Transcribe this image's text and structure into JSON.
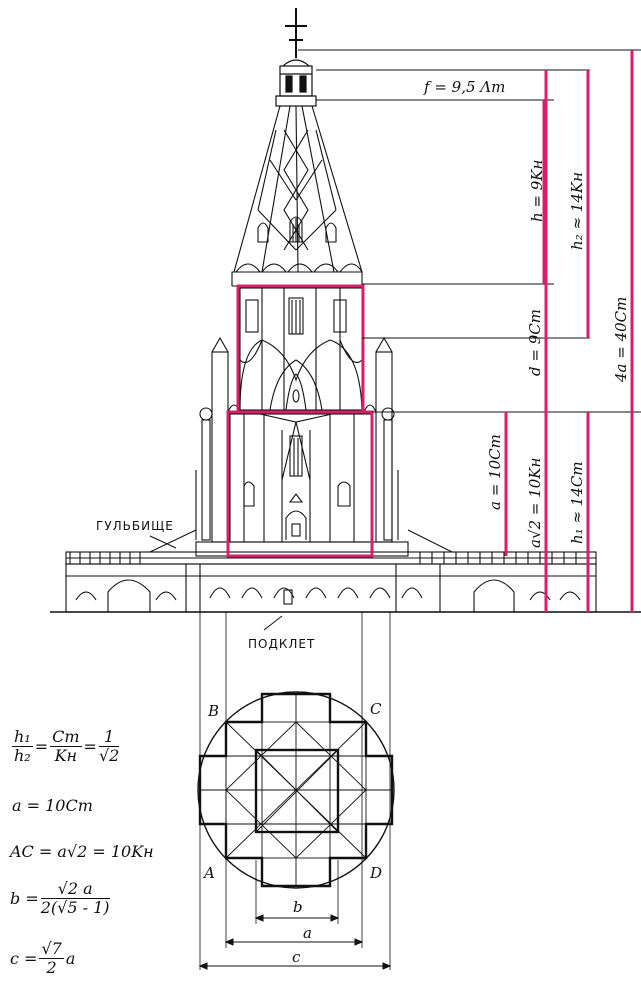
{
  "labels": {
    "gulbische": "ГУЛЬБИЩЕ",
    "podklet": "ПОДКЛЕТ"
  },
  "dimensions": {
    "f": "f = 9,5 Λт",
    "h": "h = 9Kн",
    "h2": "h₂ ≈ 14Kн",
    "d": "d = 9Cт",
    "four_a": "4a = 40Cт",
    "a_left": "a = 10Cт",
    "a_root2": "a√2 = 10Kн",
    "h1": "h₁ ≈ 14Cт"
  },
  "plan_points": {
    "A": "A",
    "B": "B",
    "C": "C",
    "D": "D"
  },
  "plan_dims": {
    "b": "b",
    "a": "a",
    "c": "c"
  },
  "formulas": {
    "f1": {
      "lhs_num": "h₁",
      "lhs_den": "h₂",
      "mid_num": "Cт",
      "mid_den": "Kн",
      "rhs_num": "1",
      "rhs_den": "√2"
    },
    "f2": "a = 10Cт",
    "f3": "AC = a√2 = 10Kн",
    "f4": {
      "lhs": "b =",
      "num": "√2 a",
      "den": "2(√5 - 1)"
    },
    "f5": {
      "lhs": "c =",
      "num": "√7",
      "den": "2",
      "tail": "a"
    }
  },
  "colors": {
    "ink": "#111111",
    "accent": "#d81f6a"
  }
}
